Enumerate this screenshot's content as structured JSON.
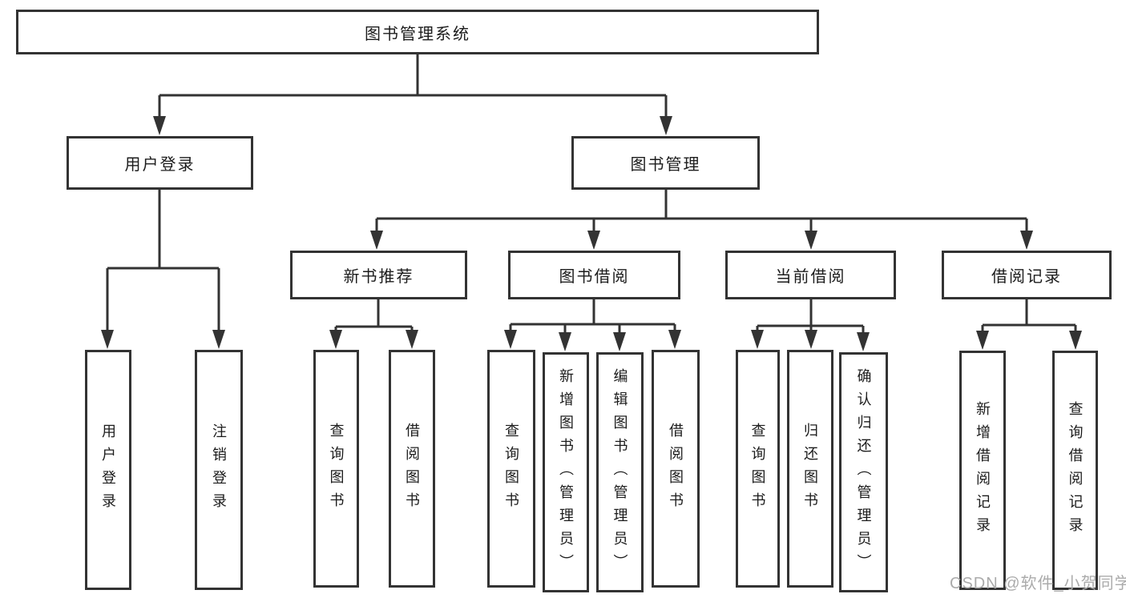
{
  "diagram": {
    "type": "hierarchy-tree",
    "colors": {
      "line": "#333333",
      "text": "#1c1c1c",
      "background": "#ffffff",
      "watermark": "#ababab"
    },
    "watermark": "CSDN @软件_小贺同学",
    "nodes": {
      "root": {
        "label": "图书管理系统"
      },
      "user_login_grp": {
        "label": "用户登录"
      },
      "book_mgmt": {
        "label": "图书管理"
      },
      "new_book_rec": {
        "label": "新书推荐"
      },
      "book_borrow": {
        "label": "图书借阅"
      },
      "current_borrow": {
        "label": "当前借阅"
      },
      "borrow_records": {
        "label": "借阅记录"
      },
      "user_login": {
        "label": "用户登录"
      },
      "logout": {
        "label": "注销登录"
      },
      "nbr_query": {
        "label": "查询图书"
      },
      "nbr_borrow": {
        "label": "借阅图书"
      },
      "bb_query": {
        "label": "查询图书"
      },
      "bb_add": {
        "label": "新增图书（管理员）"
      },
      "bb_edit": {
        "label": "编辑图书（管理员）"
      },
      "bb_borrow": {
        "label": "借阅图书"
      },
      "cb_query": {
        "label": "查询图书"
      },
      "cb_return": {
        "label": "归还图书"
      },
      "cb_confirm": {
        "label": "确认归还（管理员）"
      },
      "br_add": {
        "label": "新增借阅记录"
      },
      "br_query": {
        "label": "查询借阅记录"
      }
    },
    "edges": [
      {
        "from": "root",
        "to": [
          "user_login_grp",
          "book_mgmt"
        ]
      },
      {
        "from": "user_login_grp",
        "to": [
          "user_login",
          "logout"
        ]
      },
      {
        "from": "book_mgmt",
        "to": [
          "new_book_rec",
          "book_borrow",
          "current_borrow",
          "borrow_records"
        ]
      },
      {
        "from": "new_book_rec",
        "to": [
          "nbr_query",
          "nbr_borrow"
        ]
      },
      {
        "from": "book_borrow",
        "to": [
          "bb_query",
          "bb_add",
          "bb_edit",
          "bb_borrow"
        ]
      },
      {
        "from": "current_borrow",
        "to": [
          "cb_query",
          "cb_return",
          "cb_confirm"
        ]
      },
      {
        "from": "borrow_records",
        "to": [
          "br_add",
          "br_query"
        ]
      }
    ]
  }
}
